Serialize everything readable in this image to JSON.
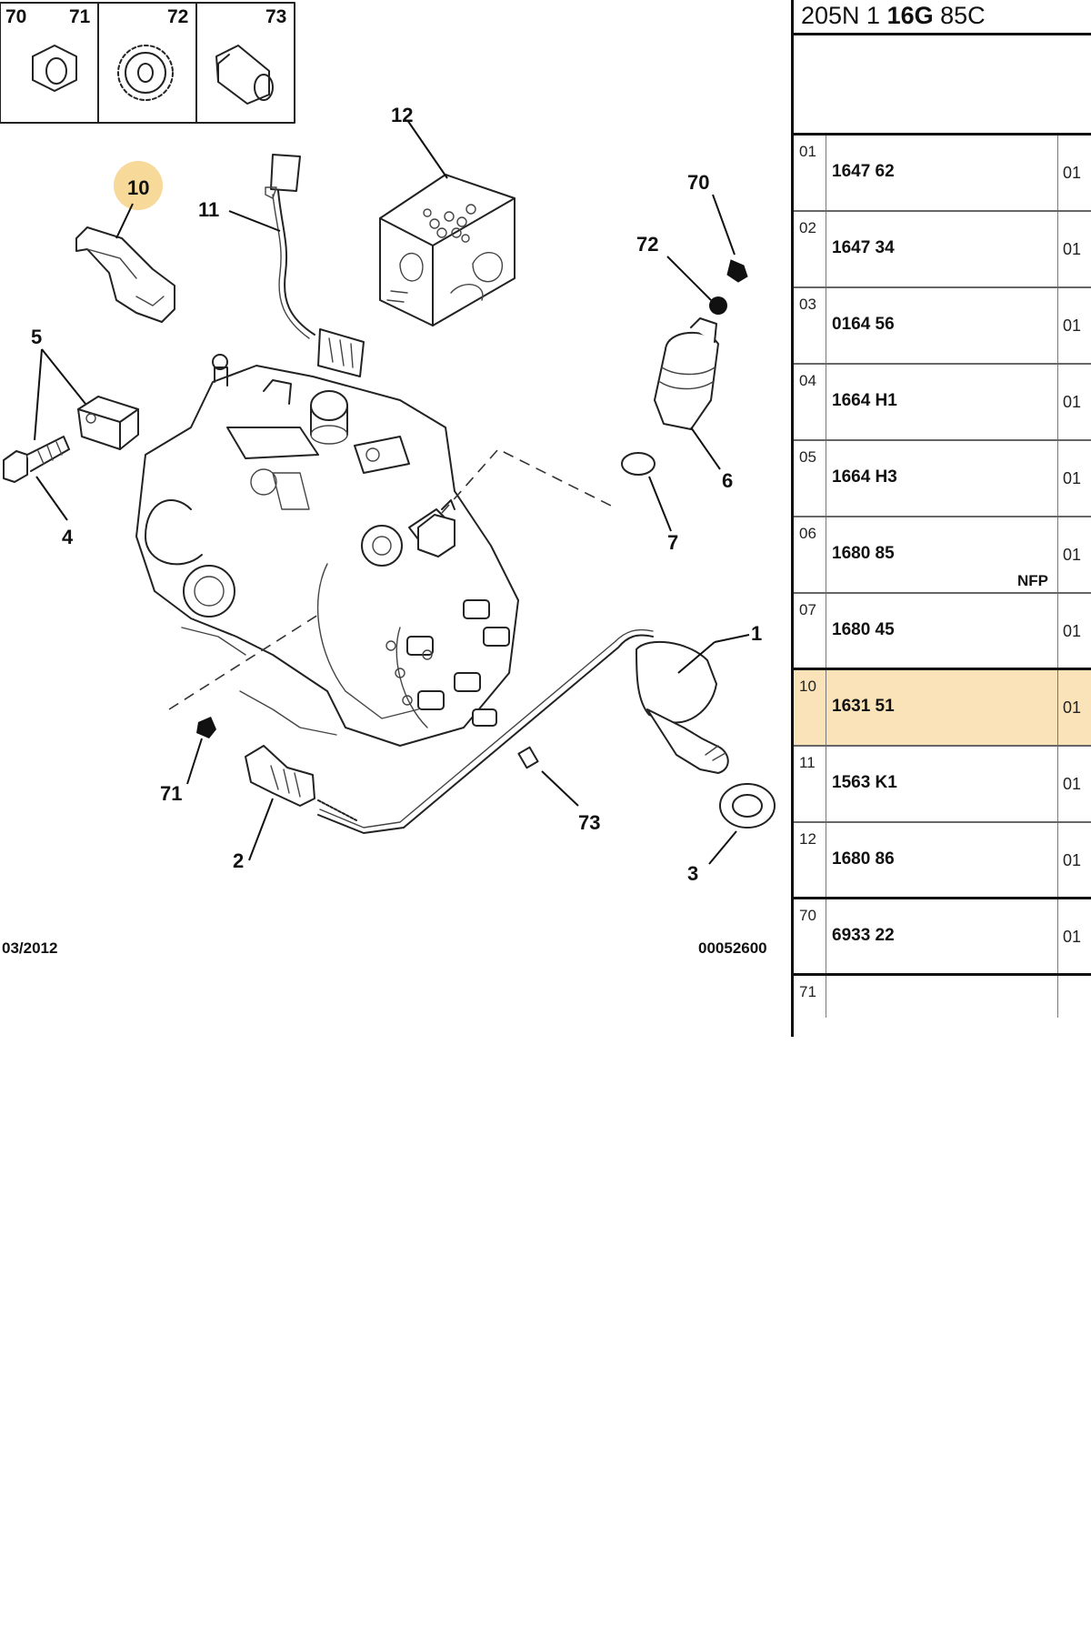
{
  "inset": {
    "labels": [
      "70",
      "71",
      "72",
      "73"
    ]
  },
  "callouts": {
    "c1": "1",
    "c2": "2",
    "c3": "3",
    "c4": "4",
    "c5": "5",
    "c6": "6",
    "c7": "7",
    "c10": "10",
    "c11": "11",
    "c12": "12",
    "c70": "70",
    "c71": "71",
    "c72": "72",
    "c73": "73"
  },
  "footer": {
    "date": "03/2012",
    "ref": "00052600"
  },
  "parts_list": {
    "title_a": "205N 1 ",
    "title_b": "16G",
    "title_c": " 85C",
    "rows": [
      {
        "ref": "01",
        "pn": "1647 62",
        "qty": "01"
      },
      {
        "ref": "02",
        "pn": "1647 34",
        "qty": "01"
      },
      {
        "ref": "03",
        "pn": "0164 56",
        "qty": "01"
      },
      {
        "ref": "04",
        "pn": "1664 H1",
        "qty": "01"
      },
      {
        "ref": "05",
        "pn": "1664 H3",
        "qty": "01"
      },
      {
        "ref": "06",
        "pn": "1680 85",
        "qty": "01",
        "note": "NFP"
      },
      {
        "ref": "07",
        "pn": "1680 45",
        "qty": "01"
      },
      {
        "ref": "10",
        "pn": "1631 51",
        "qty": "01"
      },
      {
        "ref": "11",
        "pn": "1563 K1",
        "qty": "01"
      },
      {
        "ref": "12",
        "pn": "1680 86",
        "qty": "01"
      },
      {
        "ref": "70",
        "pn": "6933 22",
        "qty": "01"
      },
      {
        "ref": "71"
      }
    ]
  },
  "colors": {
    "highlight": "#fbe3b9",
    "callout_marker": "#f7d99a"
  }
}
